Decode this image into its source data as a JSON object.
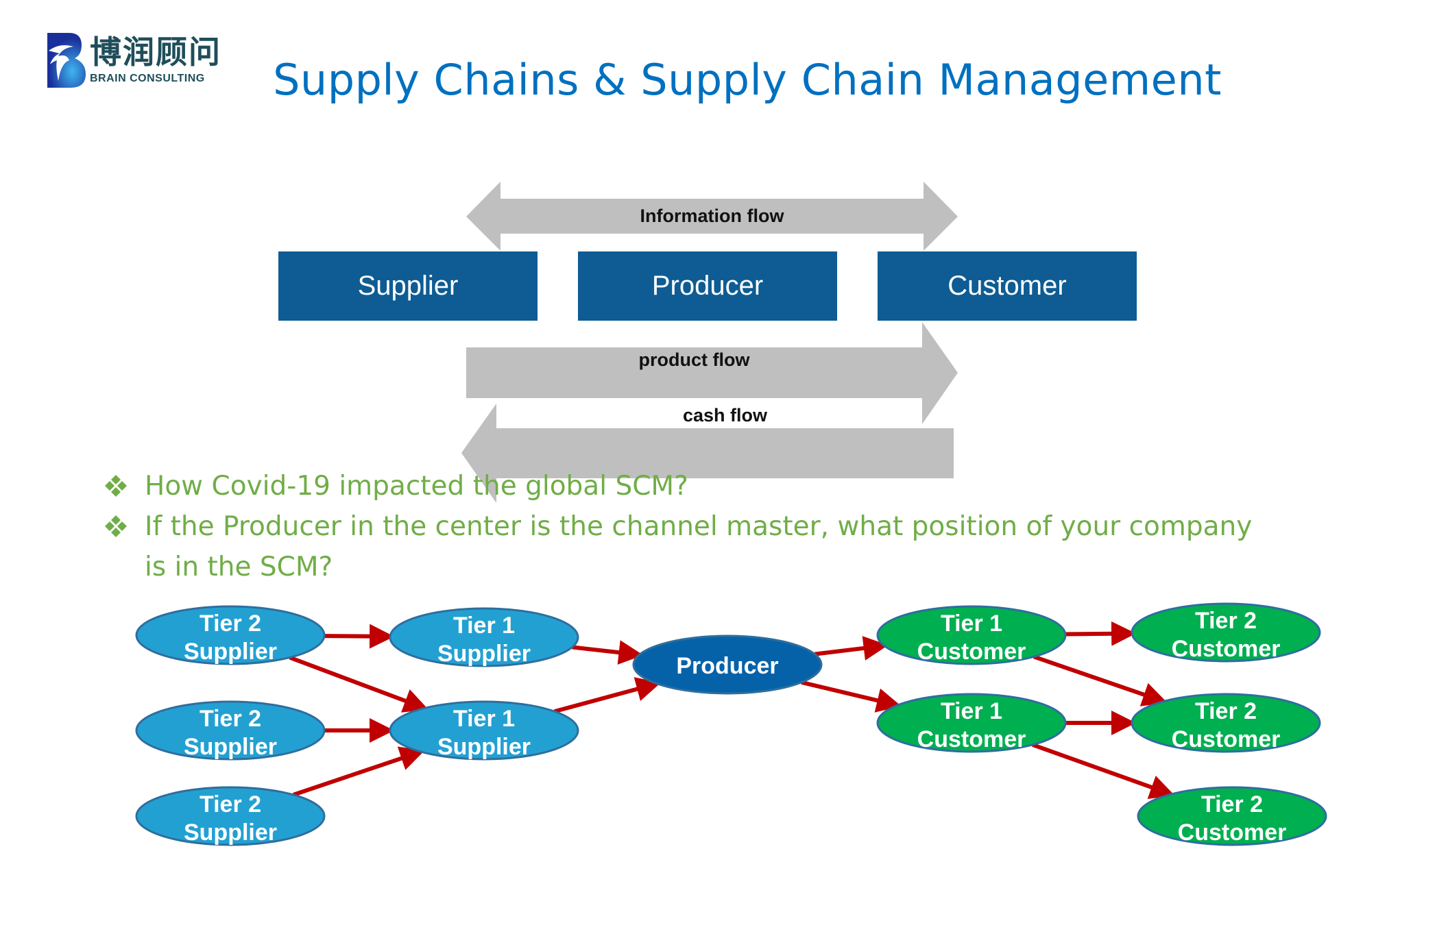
{
  "logo": {
    "chinese_name": "博润顾问",
    "english_name": "BRAIN CONSULTING"
  },
  "title": "Supply Chains & Supply Chain Management",
  "flow_diagram": {
    "boxes": [
      "Supplier",
      "Producer",
      "Customer"
    ],
    "flows": {
      "information": "Information flow",
      "product": "product flow",
      "cash": "cash flow"
    }
  },
  "questions": [
    "How Covid-19 impacted the global SCM?",
    "If the Producer in the center is the channel master, what position of your company is in the SCM?"
  ],
  "network": {
    "nodes": [
      {
        "id": "t2s1",
        "line1": "Tier 2",
        "line2": "Supplier",
        "type": "supplier"
      },
      {
        "id": "t2s2",
        "line1": "Tier 2",
        "line2": "Supplier",
        "type": "supplier"
      },
      {
        "id": "t2s3",
        "line1": "Tier 2",
        "line2": "Supplier",
        "type": "supplier"
      },
      {
        "id": "t1s1",
        "line1": "Tier 1",
        "line2": "Supplier",
        "type": "supplier"
      },
      {
        "id": "t1s2",
        "line1": "Tier 1",
        "line2": "Supplier",
        "type": "supplier"
      },
      {
        "id": "prod",
        "line1": "Producer",
        "line2": "",
        "type": "producer"
      },
      {
        "id": "t1c1",
        "line1": "Tier 1",
        "line2": "Customer",
        "type": "customer"
      },
      {
        "id": "t1c2",
        "line1": "Tier 1",
        "line2": "Customer",
        "type": "customer"
      },
      {
        "id": "t2c1",
        "line1": "Tier 2",
        "line2": "Customer",
        "type": "customer"
      },
      {
        "id": "t2c2",
        "line1": "Tier 2",
        "line2": "Customer",
        "type": "customer"
      },
      {
        "id": "t2c3",
        "line1": "Tier 2",
        "line2": "Customer",
        "type": "customer"
      }
    ],
    "edges": [
      [
        "t2s1",
        "t1s1"
      ],
      [
        "t2s1",
        "t1s2"
      ],
      [
        "t2s2",
        "t1s2"
      ],
      [
        "t2s3",
        "t1s2"
      ],
      [
        "t1s1",
        "prod"
      ],
      [
        "t1s2",
        "prod"
      ],
      [
        "prod",
        "t1c1"
      ],
      [
        "prod",
        "t1c2"
      ],
      [
        "t1c1",
        "t2c1"
      ],
      [
        "t1c1",
        "t2c2"
      ],
      [
        "t1c2",
        "t2c2"
      ],
      [
        "t1c2",
        "t2c3"
      ]
    ]
  },
  "colors": {
    "title": "#0070C0",
    "box": "#0E5C93",
    "flow_arrow": "#BFBFBF",
    "question_text": "#70AD47",
    "supplier": "#23A0D2",
    "producer": "#0562A9",
    "customer": "#00AF50",
    "node_outline": "#2E6E9E",
    "edge": "#C00000"
  }
}
